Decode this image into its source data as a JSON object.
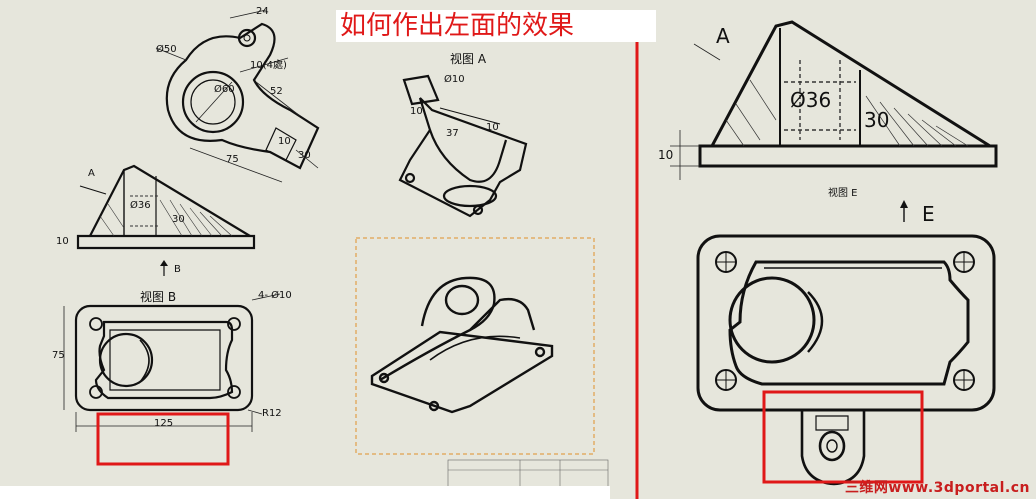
{
  "title": "如何作出左面的效果",
  "watermark": "三维网www.3dportal.cn",
  "left_drawing": {
    "top_view_dims": [
      "24",
      "Ø50",
      "10(4處)",
      "Ø60",
      "52",
      "75",
      "10",
      "30"
    ],
    "view_a_label": "视图 A",
    "view_a_dims": [
      "Ø10",
      "10",
      "37",
      "10"
    ],
    "side_view_dims": [
      "A",
      "Ø36",
      "30",
      "10"
    ],
    "arrow_b_label": "B",
    "view_b_label": "视图 B",
    "view_b_dims": [
      "4- Ø10",
      "75",
      "125",
      "R12"
    ]
  },
  "right_drawing": {
    "arrow_a_label": "A",
    "dims": [
      "Ø36",
      "30",
      "10"
    ],
    "view_e_label": "视图 E",
    "arrow_e_label": "E"
  },
  "colors": {
    "highlight": "#e01818",
    "line": "#111111",
    "iso_frame": "#e0902a"
  }
}
